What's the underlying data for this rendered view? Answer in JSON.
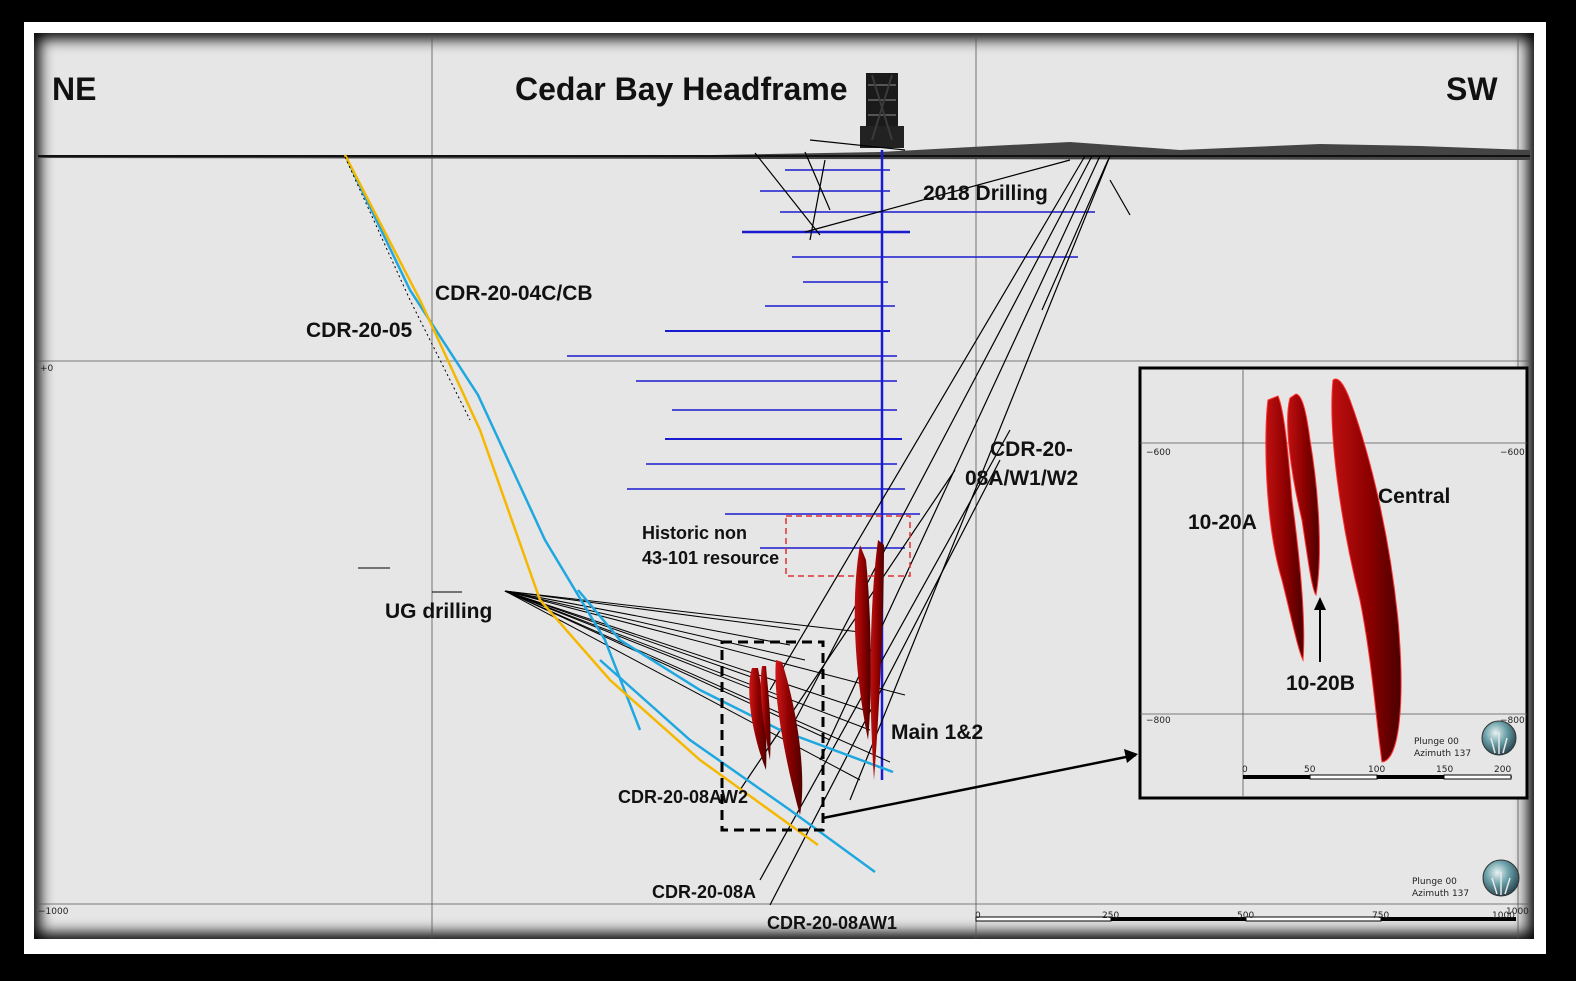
{
  "title": "Cedar Bay Headframe",
  "directions": {
    "left": "NE",
    "right": "SW"
  },
  "labels": {
    "drilling_2018": "2018 Drilling",
    "cdr_04c": "CDR-20-04C/CB",
    "cdr_05": "CDR-20-05",
    "cdr_08a_w_line1": "CDR-20-",
    "cdr_08a_w_line2": "08A/W1/W2",
    "historic_line1": "Historic non",
    "historic_line2": "43-101 resource",
    "ug_drilling": "UG drilling",
    "main": "Main 1&2",
    "aw2": "CDR-20-08AW2",
    "a08": "CDR-20-08A",
    "aw1": "CDR-20-08AW1"
  },
  "elevations": {
    "zero": "+0",
    "minus1000": "−1000",
    "right1000": "1000"
  },
  "scale_bar": {
    "ticks": [
      "0",
      "250",
      "500",
      "750",
      "1000"
    ]
  },
  "orientation": {
    "plunge": "Plunge 00",
    "azimuth": "Azimuth 137"
  },
  "inset": {
    "elev_600": "−600",
    "elev_800": "−800",
    "zone_10_20a": "10-20A",
    "zone_10_20b": "10-20B",
    "zone_central": "Central",
    "scale_ticks": [
      "0",
      "50",
      "100",
      "150",
      "200"
    ],
    "plunge": "Plunge 00",
    "azimuth": "Azimuth 137"
  },
  "colors": {
    "section_bg": "#e6e6e6",
    "historic_holes": "#1a1ad0",
    "hole_04c": "#1fa7e0",
    "hole_05": "#f5b800",
    "ore_body": "#8b0000",
    "historic_box": "#e03030"
  }
}
